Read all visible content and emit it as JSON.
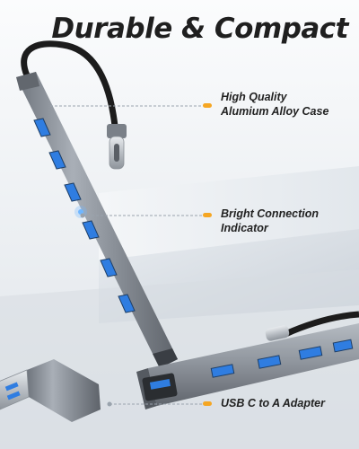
{
  "headline": "Durable & Compact",
  "callouts": [
    {
      "line1": "High Quality",
      "line2": "Alumium Alloy Case"
    },
    {
      "line1": "Bright Connection",
      "line2": "Indicator"
    },
    {
      "line1": "USB C to A Adapter"
    }
  ],
  "colors": {
    "accent": "#f5a623",
    "housing": "#8e949d",
    "port_blue": "#2f7de1",
    "leader_line": "#9aa3ad",
    "headline_text": "#1f1f1f"
  },
  "icons": [
    "usb-a-port-icon",
    "usb-c-plug-icon",
    "usb-a-plug-icon"
  ]
}
